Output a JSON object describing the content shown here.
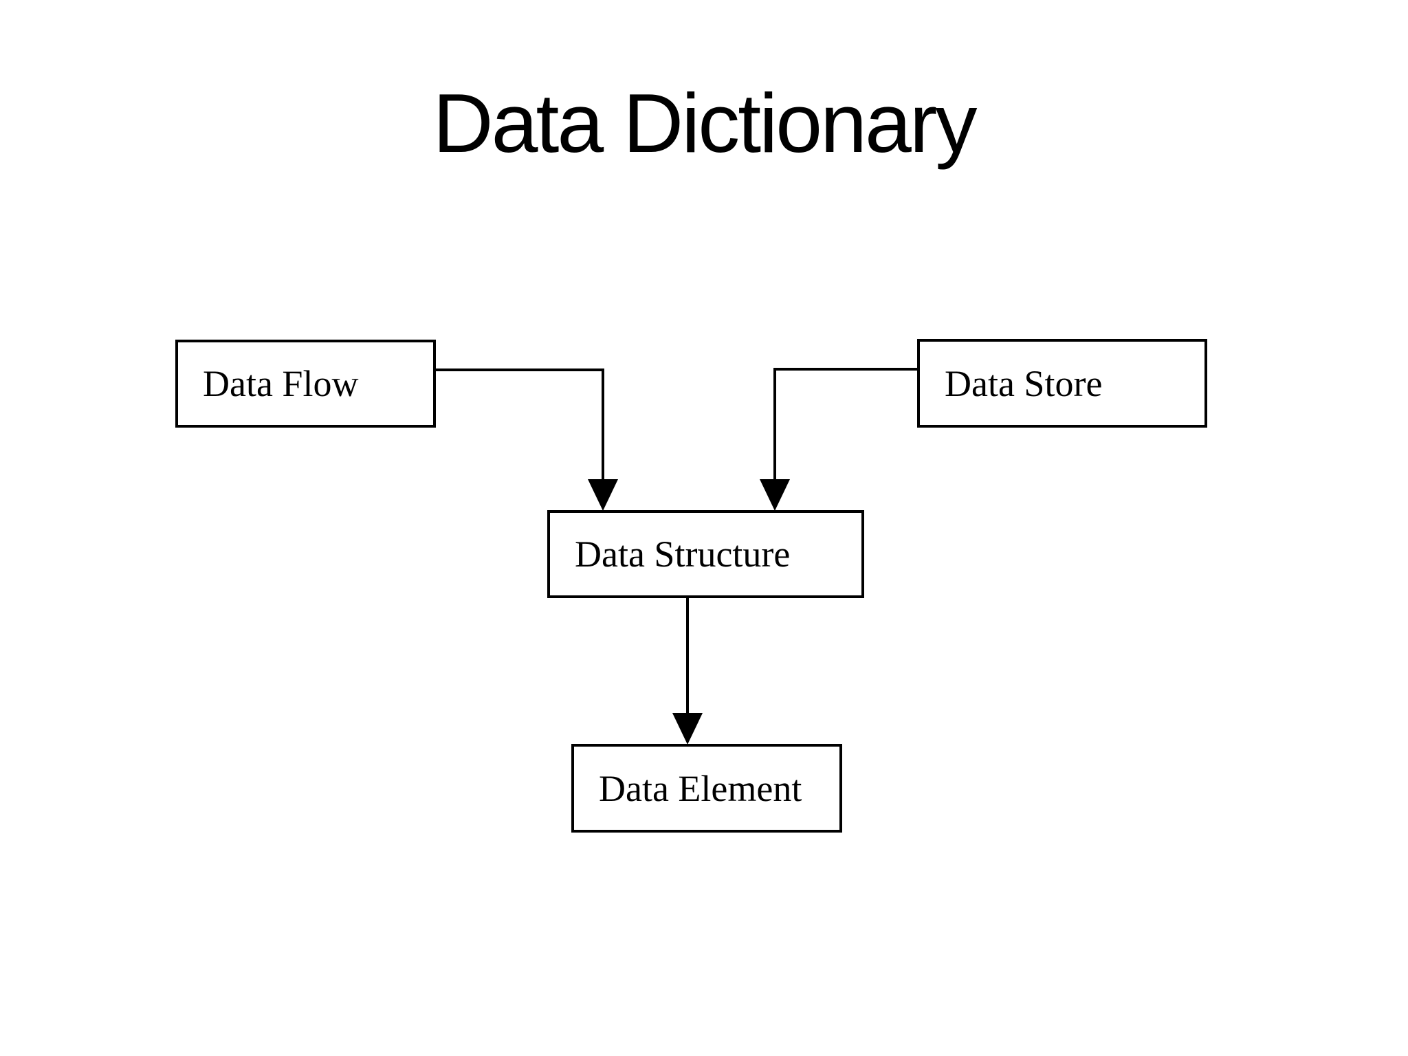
{
  "slide": {
    "background_color": "#ffffff",
    "text_color": "#000000",
    "line_color": "#000000"
  },
  "title": {
    "text": "Data Dictionary"
  },
  "diagram": {
    "nodes": [
      {
        "id": "data-flow",
        "label": "Data Flow"
      },
      {
        "id": "data-store",
        "label": "Data Store"
      },
      {
        "id": "data-structure",
        "label": "Data Structure"
      },
      {
        "id": "data-element",
        "label": "Data Element"
      }
    ],
    "edges": [
      {
        "from": "data-flow",
        "to": "data-structure",
        "shape": "elbow-right-then-down",
        "arrow": "filled-triangle-down"
      },
      {
        "from": "data-store",
        "to": "data-structure",
        "shape": "elbow-left-then-down",
        "arrow": "filled-triangle-down"
      },
      {
        "from": "data-structure",
        "to": "data-element",
        "shape": "straight-down",
        "arrow": "filled-triangle-down"
      }
    ]
  }
}
